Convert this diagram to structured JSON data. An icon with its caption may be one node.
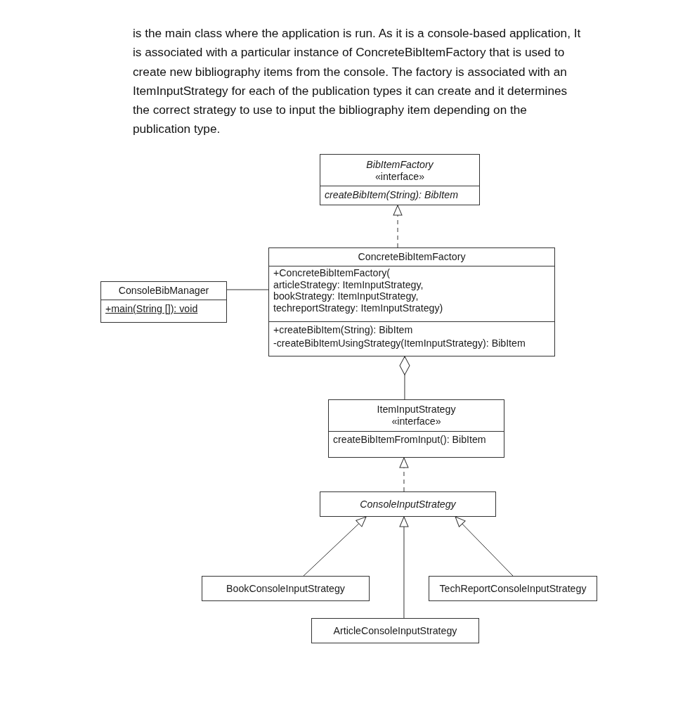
{
  "diagram": {
    "nodes": [
      {
        "text": [
          "BibItemFactory",
          "«interface»",
          "createBibItem(String): BibItem"
        ]
      },
      {
        "text": [
          "ConsoleBibManager",
          "+main(String []): void"
        ]
      },
      {
        "text": [
          "ConcreteBibItemFactory",
          "+ConcreteBibItemFactory( articleStrategy: ItemInputStrategy, bookStrategy: ItemInputStrategy, techreportStrategy: ItemInputStrategy)",
          "+createBibItem(String): BibItem",
          "-createBibItemUsingStrategy(ItemInputStrategy): BibItem"
        ]
      },
      {
        "text": [
          "ItemInputStrategy",
          "«interface»",
          "createBibItemFromInput(): BibItem"
        ]
      },
      {
        "text": [
          "ConsoleInputStrategy"
        ]
      },
      {
        "text": [
          "BookConsoleInputStrategy"
        ]
      },
      {
        "text": [
          "TechReportConsoleInputStrategy"
        ]
      },
      {
        "text": [
          "ArticleConsoleInputStrategy"
        ]
      }
    ],
    "edges": [
      {
        "from": 2,
        "to": 0,
        "arrow": "to",
        "style": "dashed"
      },
      {
        "from": 1,
        "to": 2,
        "arrow": "none"
      },
      {
        "from": 2,
        "to": 3,
        "arrow": "other"
      },
      {
        "from": 4,
        "to": 3,
        "arrow": "to",
        "style": "dashed"
      },
      {
        "from": 5,
        "to": 4,
        "arrow": "to"
      },
      {
        "from": 6,
        "to": 4,
        "arrow": "to"
      },
      {
        "from": 7,
        "to": 4,
        "arrow": "to"
      }
    ],
    "labels": [
      "is the main class where the application is run. As it is a console-based application, It is associated with a particular instance of ConcreteBibItemFactory that is used to create new bibliography items from the console. The factory is associated with an ItemInputStrategy for each of the publication types it can create and it determines the correct strategy to use to input the bibliography item depending on the publication type."
    ]
  }
}
